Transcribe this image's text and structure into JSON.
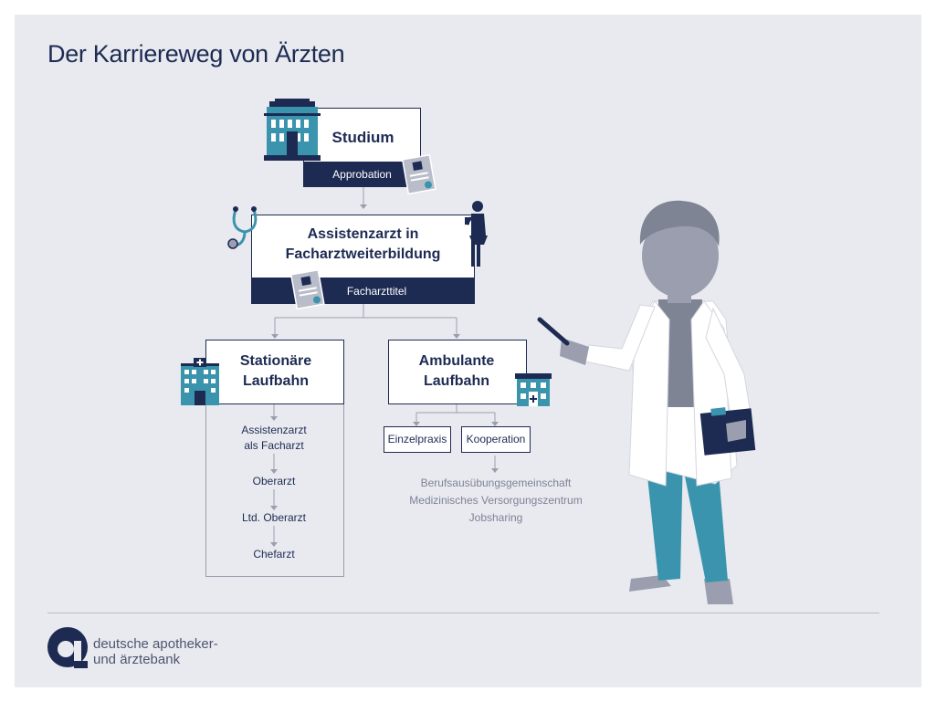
{
  "title": "Der Karriereweg von Ärzten",
  "studium": {
    "label": "Studium",
    "bar": "Approbation"
  },
  "assistenzarzt": {
    "line1": "Assistenzarzt in",
    "line2": "Facharztweiterbildung",
    "bar": "Facharzttitel"
  },
  "stationaer": {
    "line1": "Stationäre",
    "line2": "Laufbahn",
    "steps": [
      "Assistenzarzt",
      "als Facharzt",
      "Oberarzt",
      "Ltd. Oberarzt",
      "Chefarzt"
    ]
  },
  "ambulant": {
    "line1": "Ambulante",
    "line2": "Laufbahn",
    "options": [
      "Einzelpraxis",
      "Kooperation"
    ],
    "kooperation_types": [
      "Berufsausübungsgemeinschaft",
      "Medizinisches Versorgungszentrum",
      "Jobsharing"
    ]
  },
  "logo": {
    "line1": "deutsche apotheker-",
    "line2": "und ärztebank"
  },
  "colors": {
    "navy": "#1d2b53",
    "teal": "#3b94ad",
    "grey": "#9a9eae",
    "background": "#e9eaef"
  }
}
